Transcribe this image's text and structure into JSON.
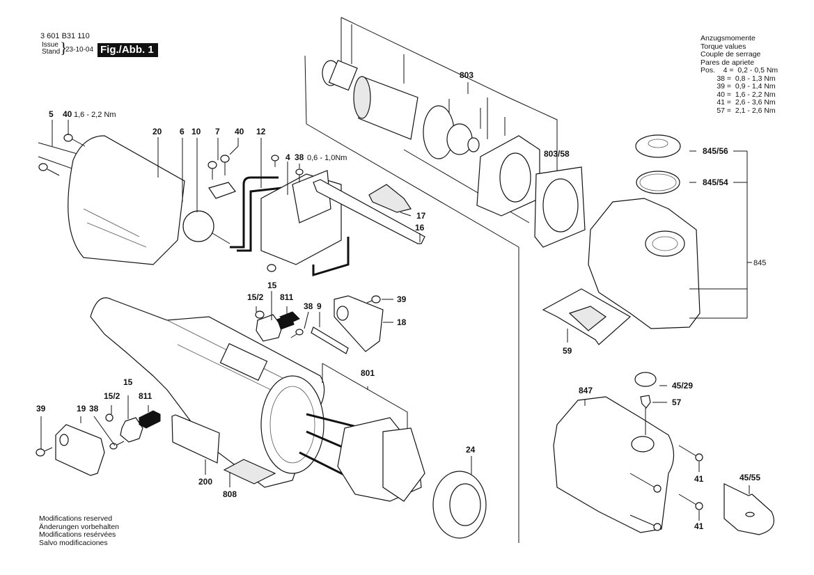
{
  "header": {
    "document_number": "3 601 B31 110",
    "issue_label": "Issue",
    "stand_label": "Stand",
    "date": "23-10-04",
    "figure_label": "Fig./Abb. 1"
  },
  "torque_table": {
    "titles": [
      "Anzugsmomente",
      "Torque values",
      "Couple de serrage",
      "Pares de apriete"
    ],
    "pos_label": "Pos.",
    "rows": [
      {
        "pos": "4",
        "value": "0,2 - 0,5 Nm"
      },
      {
        "pos": "38",
        "value": "0,8 - 1,3 Nm"
      },
      {
        "pos": "39",
        "value": "0,9 - 1,4 Nm"
      },
      {
        "pos": "40",
        "value": "1,6 - 2,2 Nm"
      },
      {
        "pos": "41",
        "value": "2,6 - 3,6 Nm"
      },
      {
        "pos": "57",
        "value": "2,1 - 2,6 Nm"
      }
    ]
  },
  "footer": {
    "lines": [
      "Modifications reserved",
      "Änderungen vorbehalten",
      "Modifications resérvées",
      "Salvo modificaciones"
    ]
  },
  "callouts": {
    "p5": "5",
    "p40a": "40",
    "p40a_torque": "1,6 - 2,2 Nm",
    "p20": "20",
    "p6": "6",
    "p10": "10",
    "p7": "7",
    "p40b": "40",
    "p12": "12",
    "p4": "4",
    "p38a": "38",
    "p38a_torque": "0,6 - 1,0Nm",
    "p17": "17",
    "p16": "16",
    "p803": "803",
    "p803_58": "803/58",
    "p845_56": "845/56",
    "p845_54": "845/54",
    "p845": "845",
    "p15a": "15",
    "p15_2a": "15/2",
    "p811a": "811",
    "p38b": "38",
    "p9": "9",
    "p39a": "39",
    "p18": "18",
    "p59": "59",
    "p801": "801",
    "p15b": "15",
    "p15_2b": "15/2",
    "p811b": "811",
    "p39b": "39",
    "p19": "19",
    "p38c": "38",
    "p200": "200",
    "p808": "808",
    "p24": "24",
    "p847": "847",
    "p45_29": "45/29",
    "p57": "57",
    "p41a": "41",
    "p41b": "41",
    "p45_55": "45/55"
  }
}
